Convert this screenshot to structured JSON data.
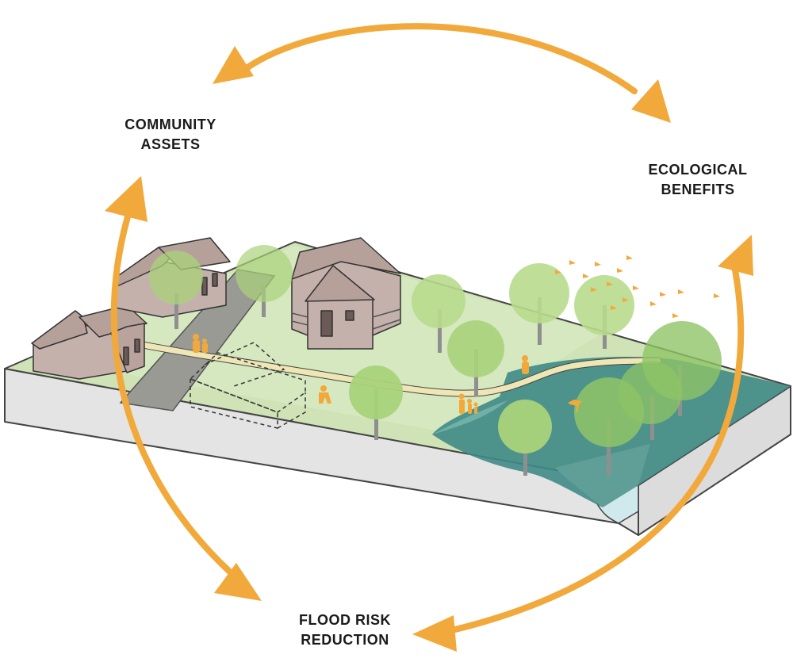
{
  "labels": {
    "community_assets": {
      "line1": "COMMUNITY",
      "line2": "ASSETS"
    },
    "ecological_benefits": {
      "line1": "ECOLOGICAL",
      "line2": "BENEFITS"
    },
    "flood_risk_reduction": {
      "line1": "FLOOD RISK",
      "line2": "REDUCTION"
    }
  },
  "colors": {
    "arrow": "#f2a93b",
    "grass": "#cfe3b6",
    "grass_dark": "#b9d79c",
    "tree": "#a9d37a",
    "trunk": "#8f8f8f",
    "house": "#c4b1ab",
    "house_roof": "#b6a19a",
    "water": "#3f8a86",
    "water_light": "#6fb0a7",
    "road": "#9a9a95",
    "path": "#efe6b5",
    "base_side": "#e2e2e2",
    "figure": "#f2a93b"
  }
}
